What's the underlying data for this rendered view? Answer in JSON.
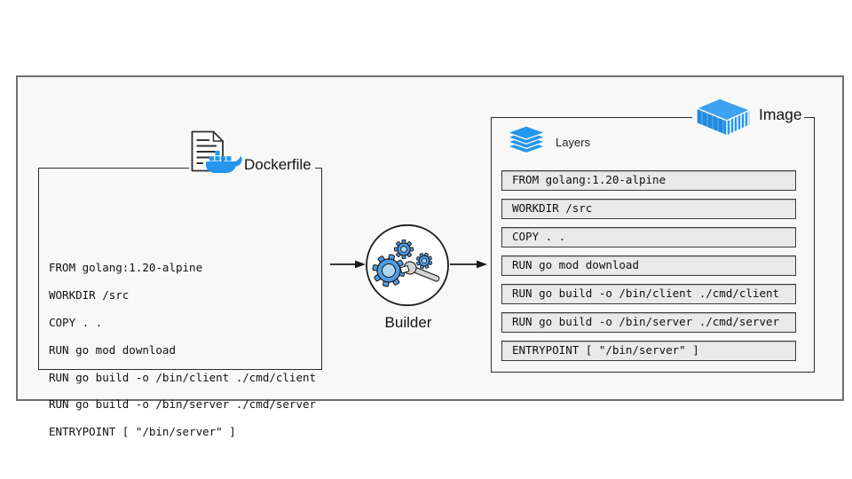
{
  "colors": {
    "docker_blue": "#2496ED",
    "gear_blue": "#4d9de4",
    "gear_blue_light": "#aed6f5",
    "frame_bg": "#f8f8f8",
    "layer_fill": "#e9e9e9",
    "box_border": "#2b2b2b",
    "frame_border": "#6f6f6f",
    "wrench_gray": "#d4d4d4",
    "text": "#161616"
  },
  "dockerfile": {
    "title": "Dockerfile",
    "lines": [
      "FROM golang:1.20-alpine",
      "WORKDIR /src",
      "COPY . .",
      "RUN go mod download",
      "RUN go build -o /bin/client ./cmd/client",
      "RUN go build -o /bin/server ./cmd/server",
      "ENTRYPOINT [ \"/bin/server\" ]"
    ]
  },
  "builder": {
    "label": "Builder"
  },
  "image": {
    "title": "Image",
    "layers_title": "Layers",
    "layers": [
      "FROM golang:1.20-alpine",
      "WORKDIR /src",
      "COPY . .",
      "RUN go mod download",
      "RUN go build -o /bin/client ./cmd/client",
      "RUN go build -o /bin/server ./cmd/server",
      "ENTRYPOINT [ \"/bin/server\" ]"
    ]
  },
  "icons": {
    "document": "document-icon",
    "whale": "docker-whale-icon",
    "arrows": "arrow-right-icon",
    "builder": "builder-gears-icon",
    "layers": "layers-icon",
    "container": "container-icon"
  }
}
